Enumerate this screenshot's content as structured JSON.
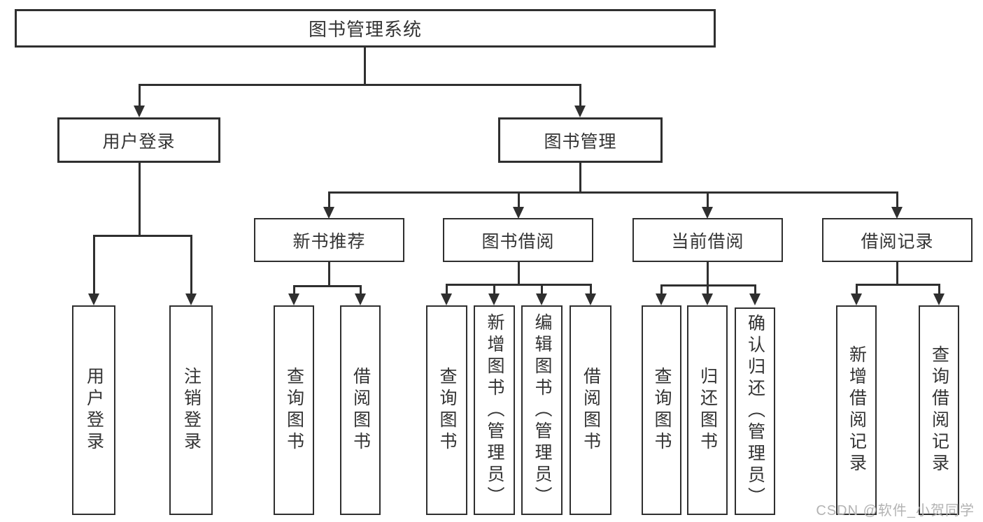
{
  "nodes": {
    "root": "图书管理系统",
    "user_login": "用户登录",
    "book_management": "图书管理",
    "new_book_recommend": "新书推荐",
    "book_borrow": "图书借阅",
    "current_borrow": "当前借阅",
    "borrow_records": "借阅记录",
    "leaf_user_login": "用户登录",
    "leaf_logout": "注销登录",
    "leaf_query_books_1": "查询图书",
    "leaf_borrow_books_1": "借阅图书",
    "leaf_query_books_2": "查询图书",
    "leaf_add_books": "新增图书（管理员）",
    "leaf_edit_books": "编辑图书（管理员）",
    "leaf_borrow_books_2": "借阅图书",
    "leaf_query_books_3": "查询图书",
    "leaf_return_books": "归还图书",
    "leaf_confirm_return": "确认归还（管理员）",
    "leaf_add_record": "新增借阅记录",
    "leaf_query_record": "查询借阅记录"
  },
  "watermark": "CSDN @软件_小贺同学",
  "colors": {
    "line": "#2f2f2f",
    "text": "#333333",
    "watermark": "#b3b3b3",
    "background": "#ffffff"
  }
}
